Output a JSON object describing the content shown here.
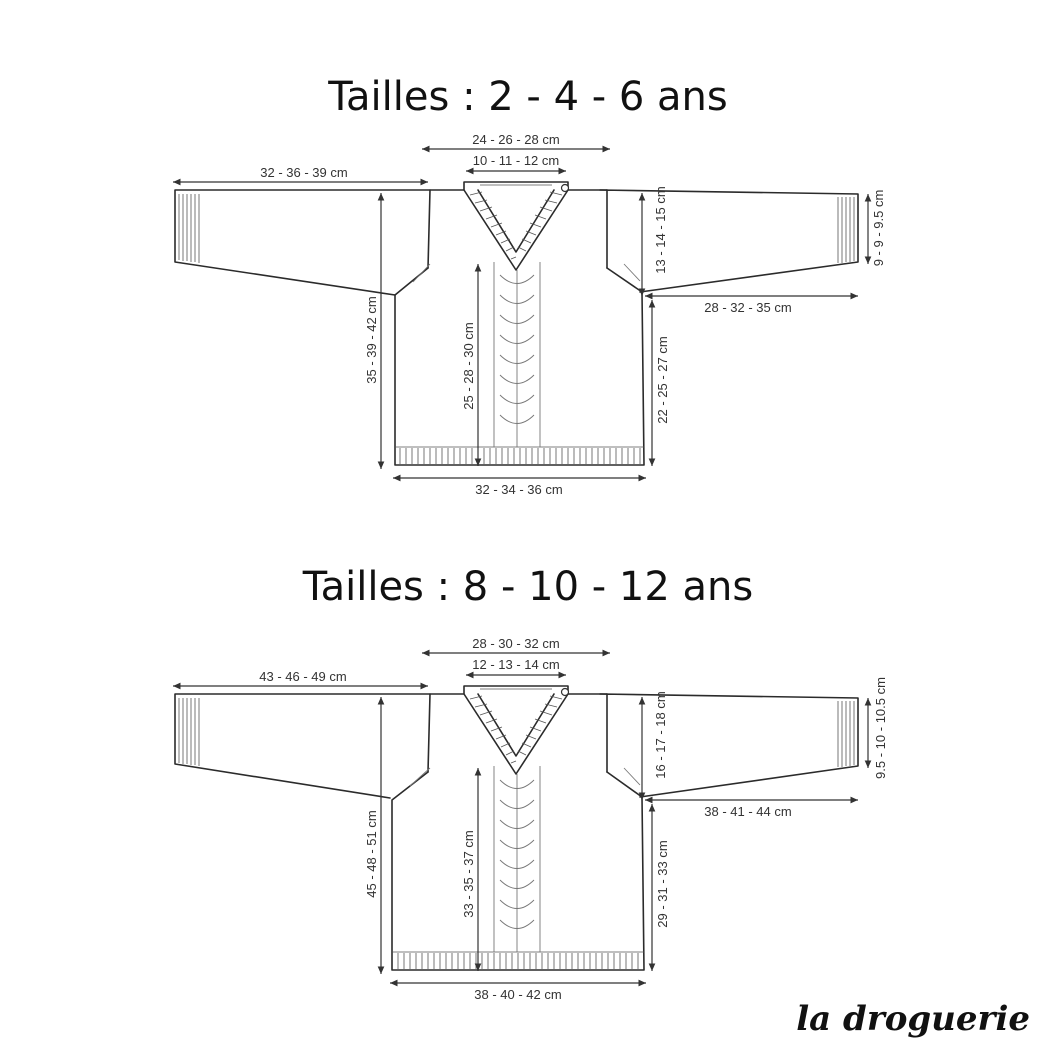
{
  "diagrams": [
    {
      "title": "Tailles : 2 - 4 - 6 ans",
      "dims": {
        "neck_width": "24 - 26 - 28 cm",
        "neck_inner": "10 - 11 - 12 cm",
        "sleeve_length": "32 - 36 - 39 cm",
        "cuff_height": "9 - 9 - 9.5 cm",
        "armhole": "13 - 14 - 15 cm",
        "sleeve_underarm": "28 - 32 - 35 cm",
        "total_length": "35 - 39 - 42 cm",
        "v_depth": "25 - 28 - 30 cm",
        "side_length": "22 - 25 - 27 cm",
        "body_width": "32 - 34 - 36 cm"
      }
    },
    {
      "title": "Tailles : 8 - 10 - 12 ans",
      "dims": {
        "neck_width": "28 - 30 - 32 cm",
        "neck_inner": "12 - 13 - 14 cm",
        "sleeve_length": "43 - 46 - 49 cm",
        "cuff_height": "9.5 - 10 - 10.5 cm",
        "armhole": "16 - 17 - 18 cm",
        "sleeve_underarm": "38 - 41 - 44 cm",
        "total_length": "45 - 48 - 51 cm",
        "v_depth": "33 - 35 - 37 cm",
        "side_length": "29 - 31 - 33 cm",
        "body_width": "38 - 40 - 42 cm"
      }
    }
  ],
  "brand": "la droguerie",
  "icons": {
    "arrows": "double-headed-arrow",
    "button": "button-dot"
  }
}
